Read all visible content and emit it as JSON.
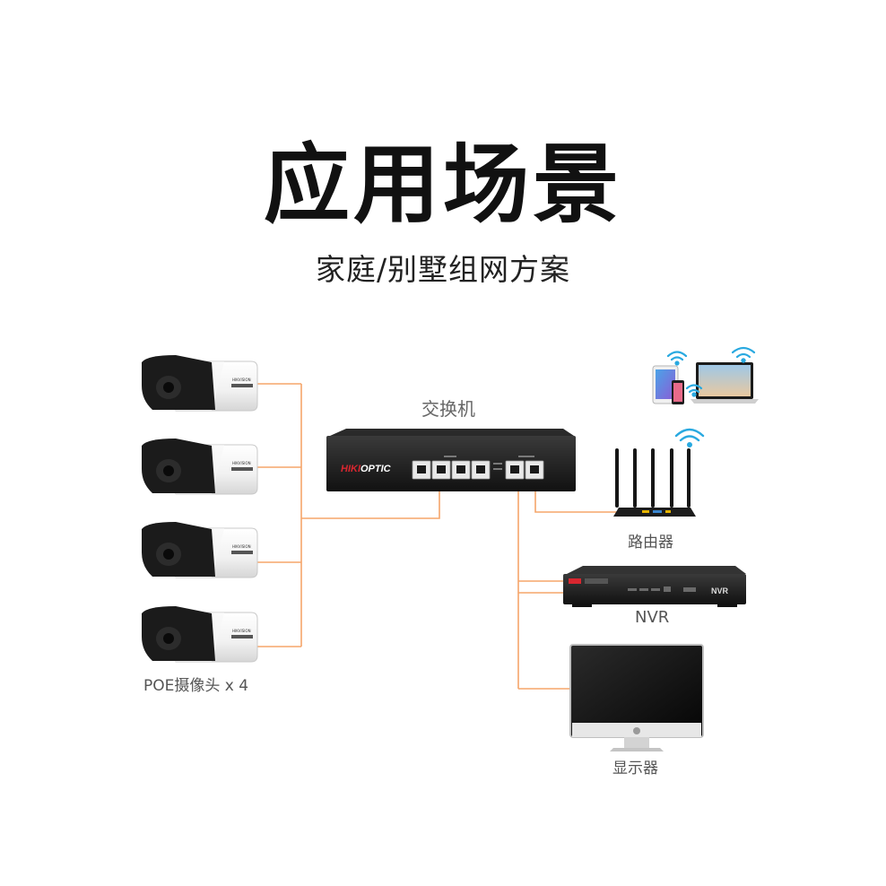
{
  "title": "应用场景",
  "subtitle": "家庭/别墅组网方案",
  "switch": {
    "label": "交换机",
    "brand_prefix": "HIKI",
    "brand_suffix": "OPTIC"
  },
  "cameras": {
    "label": "POE摄像头 x 4",
    "brand": "HIKVISION",
    "count": 4
  },
  "router": {
    "label": "路由器"
  },
  "nvr": {
    "label": "NVR",
    "badge": "NVR"
  },
  "monitor": {
    "label": "显示器"
  },
  "colors": {
    "link": "#f5a56a",
    "device_dark": "#1c1c1c",
    "wifi": "#29a9e0",
    "brand_red": "#d8262f"
  }
}
